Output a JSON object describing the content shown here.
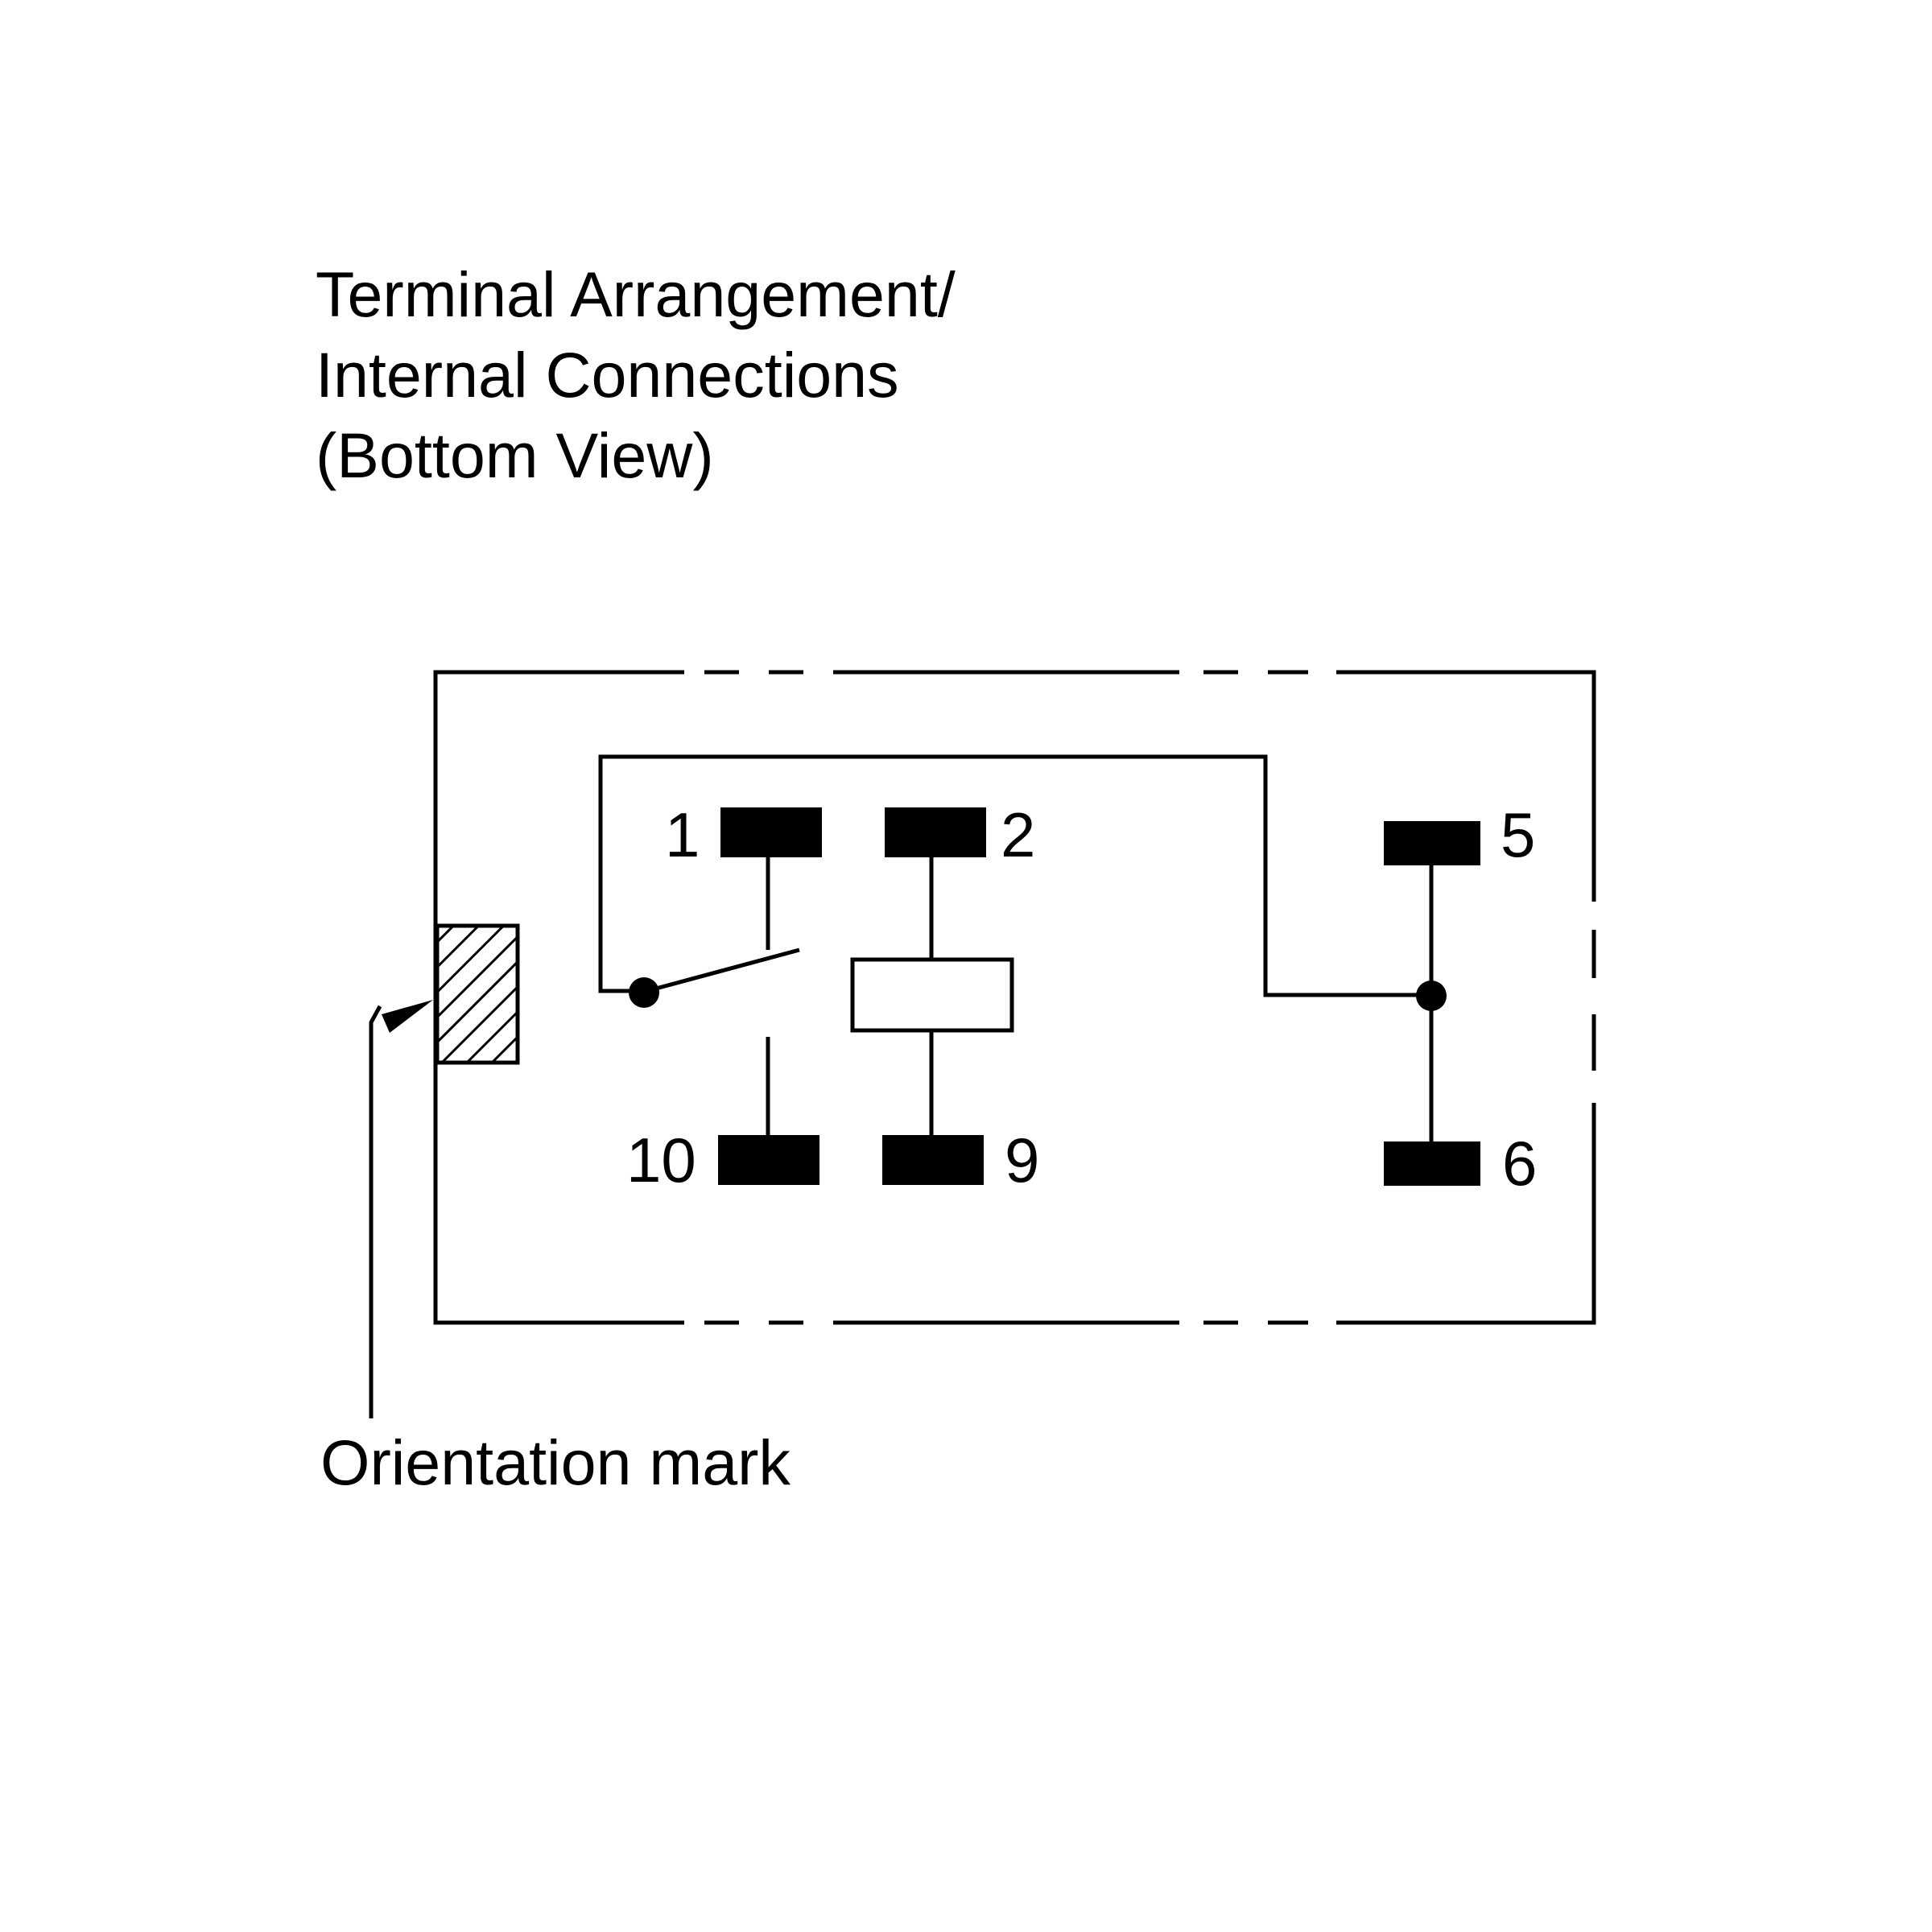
{
  "title": {
    "line1": "Terminal Arrangement/",
    "line2": "Internal Connections",
    "line3": "(Bottom View)"
  },
  "terminals": {
    "t1": "1",
    "t2": "2",
    "t5": "5",
    "t6": "6",
    "t9": "9",
    "t10": "10"
  },
  "orientation_mark_label": "Orientation mark",
  "colors": {
    "ink": "#000000",
    "background": "#ffffff"
  }
}
